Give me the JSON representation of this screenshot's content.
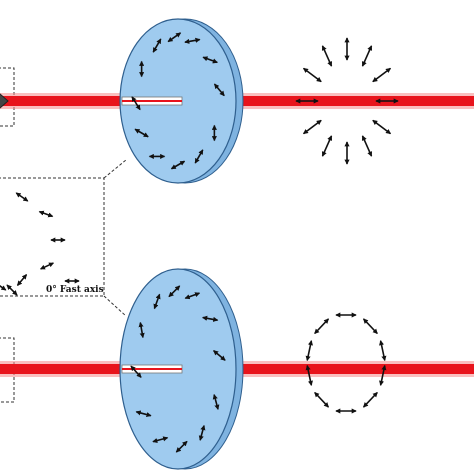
{
  "inset_label": "0° Fast axis",
  "colors": {
    "beam": "#e8141c",
    "beam_glow": "#f58b8b",
    "plate_face": "#9fcbef",
    "plate_edge": "#7fb3e0",
    "plate_stroke": "#2f5f8e",
    "arrow": "#111111",
    "dashed": "#333333",
    "background": "#ffffff"
  },
  "icons": {
    "arrow": "double-headed-arrow",
    "source": "diamond"
  },
  "elements": {
    "top_wave_plate": "wave-plate-disc",
    "bottom_wave_plate": "wave-plate-disc",
    "top_output": "radial-polarization-pattern",
    "bottom_output": "azimuthal-polarization-pattern",
    "inset": "fast-axis-orientation-inset"
  }
}
